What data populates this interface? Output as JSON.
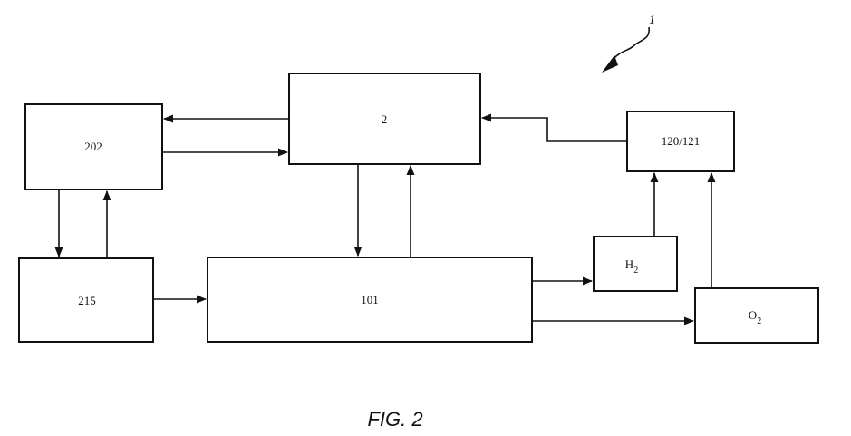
{
  "diagram": {
    "reference_numeral": "1",
    "blocks": {
      "b2": "2",
      "b202": "202",
      "b215": "215",
      "b101": "101",
      "b120_121": "120/121",
      "bH2": "H",
      "bH2_sub": "2",
      "bO2": "O",
      "bO2_sub": "2"
    },
    "caption": "FIG. 2"
  }
}
